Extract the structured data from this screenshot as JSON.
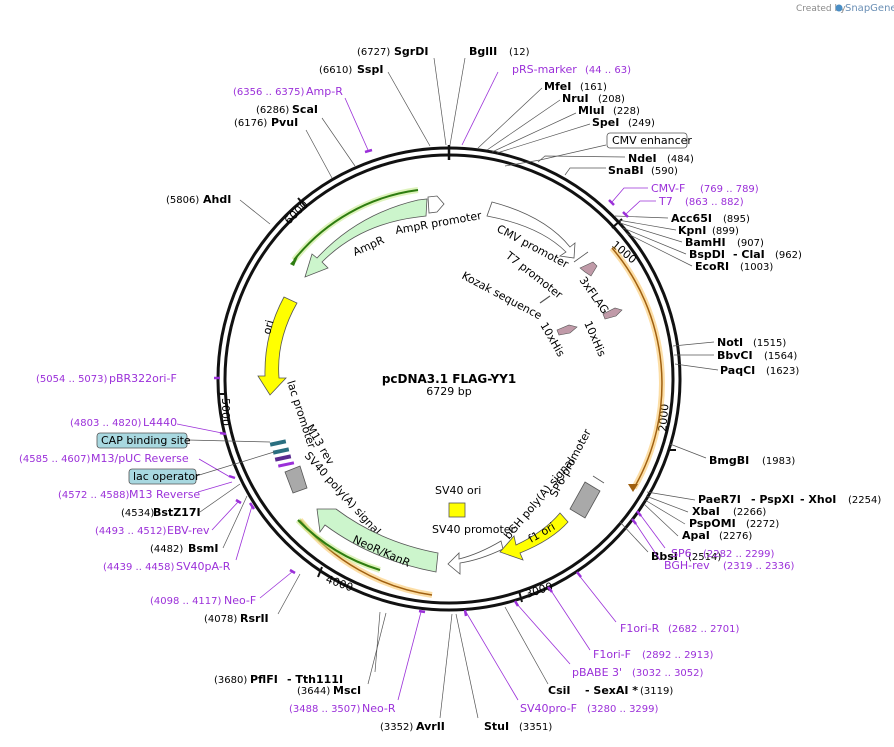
{
  "credit": {
    "prefix": "Created by",
    "brand": "SnapGene"
  },
  "plasmid": {
    "name": "pcDNA3.1 FLAG-YY1",
    "length": "6729 bp"
  },
  "tick_labels": [
    "1000",
    "2000",
    "3000",
    "4000",
    "5000",
    "6000"
  ],
  "sites": [
    {
      "name": "SgrDI",
      "num": "(6727)"
    },
    {
      "name": "BglII",
      "num": "(12)"
    },
    {
      "name": "SspI",
      "num": "(6610)"
    },
    {
      "name": "MfeI",
      "num": "(161)"
    },
    {
      "name": "NruI",
      "num": "(208)"
    },
    {
      "name": "MluI",
      "num": "(228)"
    },
    {
      "name": "ScaI",
      "num": "(6286)"
    },
    {
      "name": "PvuI",
      "num": "(6176)"
    },
    {
      "name": "SpeI",
      "num": "(249)"
    },
    {
      "name": "NdeI",
      "num": "(484)"
    },
    {
      "name": "SnaBI",
      "num": "(590)"
    },
    {
      "name": "AhdI",
      "num": "(5806)"
    },
    {
      "name": "Acc65I",
      "num": "(895)"
    },
    {
      "name": "KpnI",
      "num": "(899)"
    },
    {
      "name": "BamHI",
      "num": "(907)"
    },
    {
      "name": "BspDI",
      "num": ""
    },
    {
      "name": "- ClaI",
      "num": "(962)"
    },
    {
      "name": "EcoRI",
      "num": "(1003)"
    },
    {
      "name": "NotI",
      "num": "(1515)"
    },
    {
      "name": "BbvCI",
      "num": "(1564)"
    },
    {
      "name": "PaqCI",
      "num": "(1623)"
    },
    {
      "name": "BmgBI",
      "num": "(1983)"
    },
    {
      "name": "PaeR7I",
      "num": ""
    },
    {
      "name": "- PspXI",
      "num": ""
    },
    {
      "name": "- XhoI",
      "num": "(2254)"
    },
    {
      "name": "XbaI",
      "num": "(2266)"
    },
    {
      "name": "PspOMI",
      "num": "(2272)"
    },
    {
      "name": "ApaI",
      "num": "(2276)"
    },
    {
      "name": "BbsI",
      "num": "(2514)"
    },
    {
      "name": "BstZ17I",
      "num": "(4534)"
    },
    {
      "name": "BsmI",
      "num": "(4482)"
    },
    {
      "name": "RsrII",
      "num": "(4078)"
    },
    {
      "name": "PflFI",
      "num": "(3680)"
    },
    {
      "name": "- Tth111I",
      "num": ""
    },
    {
      "name": "MscI",
      "num": "(3644)"
    },
    {
      "name": "AvrII",
      "num": "(3352)"
    },
    {
      "name": "StuI",
      "num": "(3351)"
    },
    {
      "name": "CsiI",
      "num": ""
    },
    {
      "name": "- SexAI *",
      "num": "(3119)"
    }
  ],
  "primers": [
    {
      "name": "pRS-marker",
      "num": "(44 .. 63)"
    },
    {
      "name": "Amp-R",
      "num": "(6356 .. 6375)"
    },
    {
      "name": "CMV-F",
      "num": "(769 .. 789)"
    },
    {
      "name": "T7",
      "num": "(863 .. 882)"
    },
    {
      "name": "pBR322ori-F",
      "num": "(5054 .. 5073)"
    },
    {
      "name": "L4440",
      "num": "(4803 .. 4820)"
    },
    {
      "name": "M13/pUC Reverse",
      "num": "(4585 .. 4607)"
    },
    {
      "name": "M13 Reverse",
      "num": "(4572 .. 4588)"
    },
    {
      "name": "EBV-rev",
      "num": "(4493 .. 4512)"
    },
    {
      "name": "SV40pA-R",
      "num": "(4439 .. 4458)"
    },
    {
      "name": "SP6",
      "num": "(2282 .. 2299)"
    },
    {
      "name": "BGH-rev",
      "num": "(2319 .. 2336)"
    },
    {
      "name": "F1ori-R",
      "num": "(2682 .. 2701)"
    },
    {
      "name": "F1ori-F",
      "num": "(2892 .. 2913)"
    },
    {
      "name": "pBABE 3'",
      "num": "(3032 .. 3052)"
    },
    {
      "name": "SV40pro-F",
      "num": "(3280 .. 3299)"
    },
    {
      "name": "Neo-F",
      "num": "(4098 .. 4117)"
    },
    {
      "name": "Neo-R",
      "num": "(3488 .. 3507)"
    }
  ],
  "boxed_features": {
    "cmv_enhancer": "CMV enhancer",
    "cap_binding_site": "CAP binding site",
    "lac_operator": "lac operator"
  },
  "features": {
    "ampr_promoter": "AmpR promoter",
    "ampr": "AmpR",
    "cmv_promoter": "CMV promoter",
    "t7_promoter": "T7 promoter",
    "kozak": "Kozak sequence",
    "flag": "3xFLAG",
    "his_left": "10xHis",
    "his_right": "10xHis",
    "ori": "ori",
    "lac_promoter": "lac promoter",
    "m13_rev": "M13 rev",
    "sv40_polya": "SV40 poly(A) signal",
    "neor": "NeoR/KanR",
    "sv40_ori": "SV40 ori",
    "sv40_promoter": "SV40 promoter",
    "sp6_promoter": "SP6 promoter",
    "bgh_polya": "bGH poly(A) signal",
    "f1_ori": "f1 ori"
  },
  "colors": {
    "primer": "#9b30d9",
    "ampr_fill": "#ccf5cc",
    "ori_fill": "#ffff00",
    "orf_highlight": "#f5a000",
    "box_fill": "#a8d8e0",
    "cmv_promoter_fill": "#ffffff",
    "flag_fill": "#c09aa8"
  }
}
